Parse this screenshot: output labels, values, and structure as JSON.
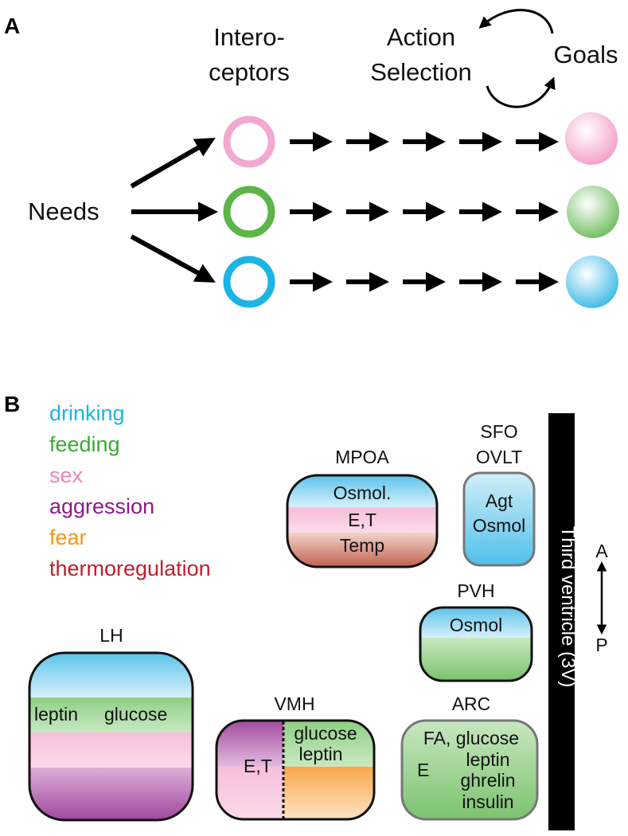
{
  "panel_a": {
    "letter": "A",
    "interoceptors_line1": "Intero-",
    "interoceptors_line2": "ceptors",
    "action_line1": "Action",
    "action_line2": "Selection",
    "goals": "Goals",
    "needs": "Needs",
    "rows": [
      {
        "color": "#f2a9cf",
        "goal_color": "#f5a6cd"
      },
      {
        "color": "#5cb548",
        "goal_color": "#7ac36a"
      },
      {
        "color": "#1ab4e6",
        "goal_color": "#4bbfe8"
      }
    ]
  },
  "panel_b": {
    "letter": "B",
    "legend": [
      {
        "label": "drinking",
        "color": "#1ab4e6"
      },
      {
        "label": "feeding",
        "color": "#3aaa35"
      },
      {
        "label": "sex",
        "color": "#ee82b8"
      },
      {
        "label": "aggression",
        "color": "#8b1a89"
      },
      {
        "label": "fear",
        "color": "#f7941d"
      },
      {
        "label": "thermoregulation",
        "color": "#be1e2d"
      }
    ],
    "mpoa": {
      "title": "MPOA",
      "rows": [
        "Osmol.",
        "E,T",
        "Temp"
      ]
    },
    "sfo": {
      "title1": "SFO",
      "title2": "OVLT",
      "line1": "Agt",
      "line2": "Osmol"
    },
    "pvh": {
      "title": "PVH",
      "line1": "Osmol"
    },
    "lh": {
      "title": "LH",
      "left": "leptin",
      "right": "glucose"
    },
    "vmh": {
      "title": "VMH",
      "left": "E,T",
      "right1": "glucose",
      "right2": "leptin"
    },
    "arc": {
      "title": "ARC",
      "line1": "FA, glucose",
      "line2": "leptin",
      "line3": "ghrelin",
      "line4": "insulin",
      "left": "E"
    },
    "ventricle": "Third ventricle (3V)",
    "axis": {
      "top": "A",
      "bottom": "P"
    }
  }
}
